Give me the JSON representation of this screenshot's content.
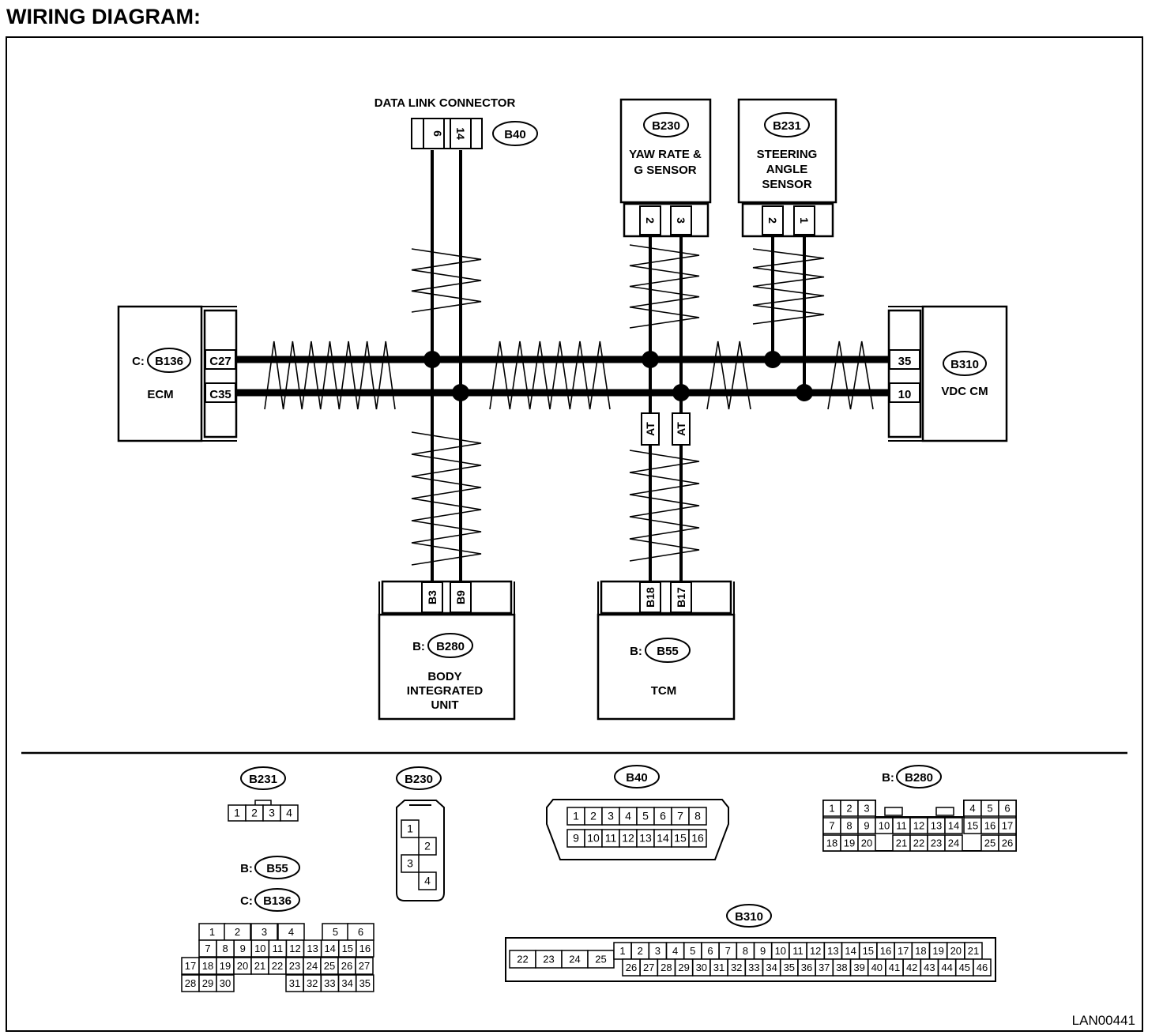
{
  "title": "WIRING DIAGRAM:",
  "footer_code": "LAN00441",
  "components": {
    "ecm": {
      "prefix": "C:",
      "connector": "B136",
      "name": "ECM",
      "pins": [
        "C27",
        "C35"
      ]
    },
    "vdc": {
      "connector": "B310",
      "name": "VDC CM",
      "pins": [
        "35",
        "10"
      ]
    },
    "dlc": {
      "title": "DATA LINK CONNECTOR",
      "connector": "B40",
      "pins": [
        "6",
        "14"
      ]
    },
    "yaw": {
      "connector": "B230",
      "name_lines": [
        "YAW RATE &",
        "G SENSOR"
      ],
      "pins": [
        "2",
        "3"
      ]
    },
    "steer": {
      "connector": "B231",
      "name_lines": [
        "STEERING",
        "ANGLE",
        "SENSOR"
      ],
      "pins": [
        "2",
        "1"
      ]
    },
    "biu": {
      "prefix": "B:",
      "connector": "B280",
      "name_lines": [
        "BODY",
        "INTEGRATED",
        "UNIT"
      ],
      "pins": [
        "B3",
        "B9"
      ]
    },
    "tcm": {
      "prefix": "B:",
      "connector": "B55",
      "name": "TCM",
      "pins": [
        "B18",
        "B17"
      ]
    },
    "at_label": "AT"
  },
  "connector_views": {
    "b231": {
      "label": "B231",
      "pins": [
        "1",
        "2",
        "3",
        "4"
      ]
    },
    "b230": {
      "label": "B230",
      "pins": [
        "1",
        "2",
        "3",
        "4"
      ]
    },
    "b40": {
      "label": "B40",
      "row1": [
        "1",
        "2",
        "3",
        "4",
        "5",
        "6",
        "7",
        "8"
      ],
      "row2": [
        "9",
        "10",
        "11",
        "12",
        "13",
        "14",
        "15",
        "16"
      ]
    },
    "b280": {
      "prefix": "B:",
      "label": "B280",
      "cells": [
        "1",
        "2",
        "3",
        "4",
        "5",
        "6",
        "7",
        "8",
        "9",
        "10",
        "11",
        "12",
        "13",
        "14",
        "15",
        "16",
        "17",
        "18",
        "19",
        "20",
        "21",
        "22",
        "23",
        "24",
        "25",
        "26"
      ]
    },
    "b55_b136": {
      "prefix1": "B:",
      "label1": "B55",
      "prefix2": "C:",
      "label2": "B136",
      "cells": [
        "1",
        "2",
        "3",
        "4",
        "5",
        "6",
        "7",
        "8",
        "9",
        "10",
        "11",
        "12",
        "13",
        "14",
        "15",
        "16",
        "17",
        "18",
        "19",
        "20",
        "21",
        "22",
        "23",
        "24",
        "25",
        "26",
        "27",
        "28",
        "29",
        "30",
        "31",
        "32",
        "33",
        "34",
        "35"
      ]
    },
    "b310": {
      "label": "B310",
      "left": [
        "22",
        "23",
        "24",
        "25"
      ],
      "row1": [
        "1",
        "2",
        "3",
        "4",
        "5",
        "6",
        "7",
        "8",
        "9",
        "10",
        "11",
        "12",
        "13",
        "14",
        "15",
        "16",
        "17",
        "18",
        "19",
        "20",
        "21"
      ],
      "row2": [
        "26",
        "27",
        "28",
        "29",
        "30",
        "31",
        "32",
        "33",
        "34",
        "35",
        "36",
        "37",
        "38",
        "39",
        "40",
        "41",
        "42",
        "43",
        "44",
        "45",
        "46"
      ]
    }
  }
}
